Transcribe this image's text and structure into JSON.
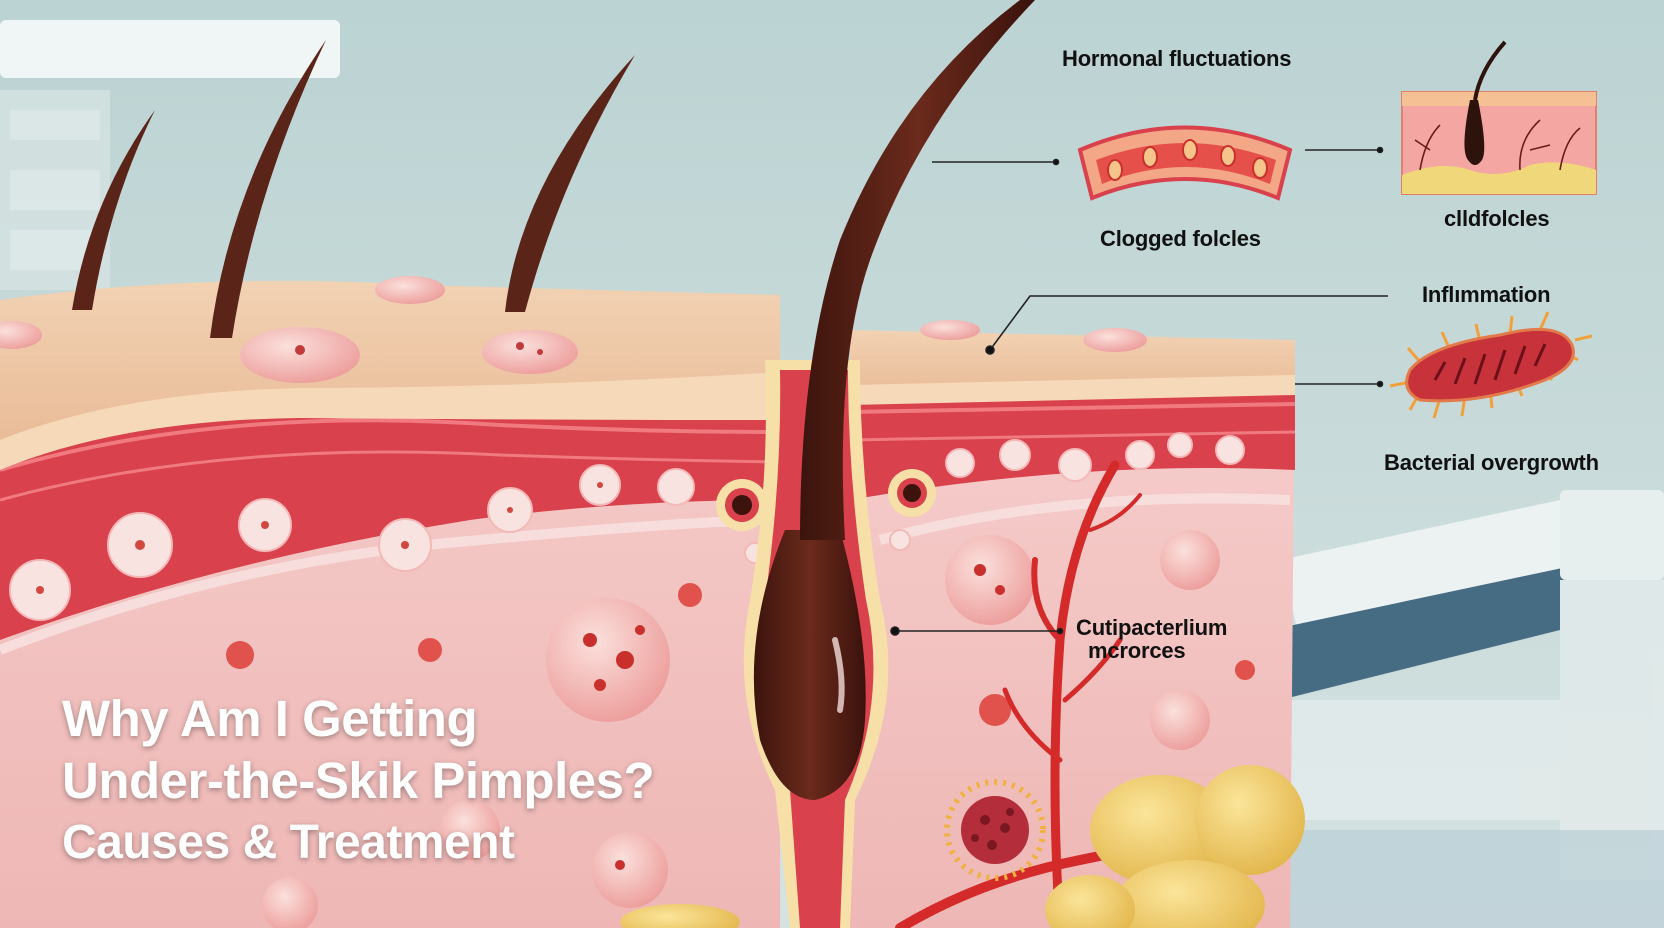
{
  "title": {
    "line1": "Why Am I Getting",
    "line2": "Under-the-Skik Pimples?",
    "line3": "Causes & Treatment"
  },
  "labels": {
    "hormonal": "Hormonal fluctuations",
    "clogged": "Clogged folcles",
    "clldfolcles": "clldfolcles",
    "inflammation": "Inflımmation",
    "bacterial": "Bacterial overgrowth",
    "cuti_line1": "Cutipacterlium",
    "cuti_line2": "mcrorces"
  },
  "colors": {
    "skin_surface": "#f3c9a4",
    "dermis_red": "#d9414c",
    "dermis_pink": "#f2c2c2",
    "hair": "#5a2418",
    "fat": "#f0cf6a",
    "wall": "#c8dcdb"
  }
}
